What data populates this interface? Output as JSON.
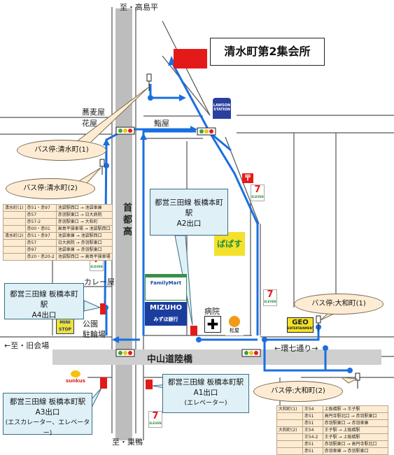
{
  "title": "清水町第2集会所",
  "roads": {
    "north_dir": "至・高島平",
    "south_dir": "至・巣鴨",
    "west_dir": "←至・旧会場",
    "expressway": "首都高",
    "bridge": "中山道陸橋",
    "kannana": "←環七通り→"
  },
  "shops": {
    "soba": "蕎麦屋",
    "flower": "花屋",
    "sushi": "鮨屋",
    "curry": "カレー屋",
    "park": "公園",
    "bicycle": "駐輪場",
    "hospital": "病院",
    "familymart": "FamilyMart",
    "mizuho_logo": "MIZUHO",
    "mizuho_name": "みずほ銀行",
    "lawson": "LAWSON",
    "lawson_sub": "STATION",
    "matsuya": "松屋",
    "geo": "GEO",
    "ministop": "MINI STOP",
    "sunkus": "sunkus",
    "seven": "7",
    "seven_sub": "ELEVEN",
    "papasu": "ぱぱす",
    "geo_sub": "ENTERTAINMENT"
  },
  "callouts": {
    "a2": {
      "line1": "都営三田線 板橋本町駅",
      "line2": "A2出口"
    },
    "a4": {
      "line1": "都営三田線 板橋本町駅",
      "line2": "A4出口"
    },
    "a1": {
      "line1": "都営三田線 板橋本町駅",
      "line2": "A1出口",
      "line3": "(エレベーター)"
    },
    "a3": {
      "line1": "都営三田線 板橋本町駅",
      "line2": "A3出口",
      "line3": "(エスカレーター、エレベーター)"
    }
  },
  "bus_stops": {
    "shimizu1": "バス停:清水町(1)",
    "shimizu2": "バス停:清水町(2)",
    "yamato1": "バス停:大和町(1)",
    "yamato2": "バス停:大和町(2)"
  },
  "bus_table_shimizu": [
    [
      "清水町(1)",
      "赤51・赤97",
      "池袋駅西口 → 池袋車庫"
    ],
    [
      "",
      "赤57",
      "赤羽駅東口 → 日大病院"
    ],
    [
      "",
      "赤57-2",
      "赤羽駅東口 → 大和町"
    ],
    [
      "",
      "赤00・赤01",
      "高島平操車場 → 池袋駅西口"
    ],
    [
      "清水町(2)",
      "赤51・赤97",
      "池袋車庫 → 池袋駅西口"
    ],
    [
      "",
      "赤57",
      "日大病院 → 赤羽駅東口"
    ],
    [
      "",
      "赤97",
      "池袋車庫 → 赤羽駅東口"
    ],
    [
      "",
      "赤20・赤20-2",
      "池袋駅西口 → 高島平操車場"
    ]
  ],
  "bus_table_yamato": [
    [
      "大和町(1)",
      "王54",
      "上板橋駅 → 王子駅"
    ],
    [
      "",
      "赤51",
      "高円寺駅北口 → 赤羽駅東口"
    ],
    [
      "",
      "赤51",
      "赤羽駅東口 → 赤羽車庫"
    ],
    [
      "大和町(2)",
      "王54",
      "王子駅 → 上板橋駅"
    ],
    [
      "",
      "王54-2",
      "王子駅 → 上板橋駅"
    ],
    [
      "",
      "赤51",
      "赤羽駅東口 → 高円寺駅北口"
    ],
    [
      "",
      "赤51",
      "赤羽車庫 → 赤羽駅東口"
    ]
  ],
  "colors": {
    "route": "#1a6fe0",
    "road": "#555555",
    "expressway": "#bdbdbd",
    "marker": "#e41a1a",
    "callout_bg": "#dff1f7",
    "bus_bg": "#fdecd3"
  }
}
